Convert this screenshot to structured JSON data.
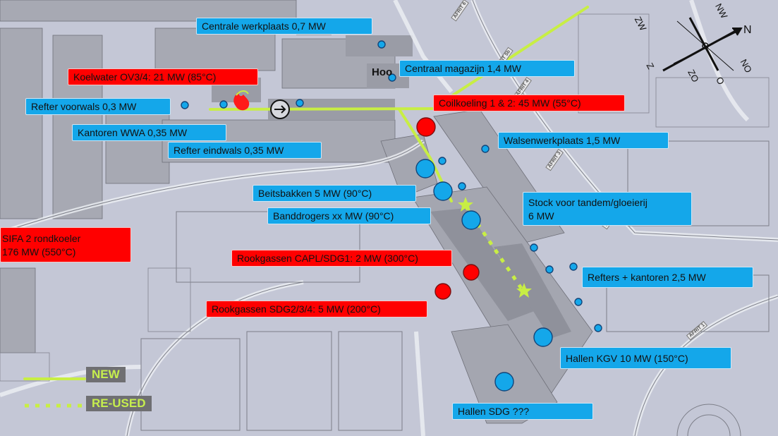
{
  "colors": {
    "blue_label": "#14a7ea",
    "red_label": "#ff0000",
    "line": "#c8ee44",
    "legend_bg": "#6f6f72"
  },
  "labels": {
    "centrale_werkplaats": "Centrale werkplaats 0,7 MW",
    "koelwater": "Koelwater OV3/4: 21 MW (85°C)",
    "centraal_magazijn": "Centraal magazijn 1,4 MW",
    "refter_voorwals": "Refter voorwals 0,3 MW",
    "coilkoeling": "Coilkoeling 1 & 2: 45 MW (55°C)",
    "kantoren_wwa": "Kantoren WWA 0,35 MW",
    "walsenwerkplaats": "Walsenwerkplaats 1,5 MW",
    "refter_eindwals": "Refter eindwals 0,35 MW",
    "beitsbakken": "Beitsbakken 5 MW (90°C)",
    "stock_line1": "Stock voor tandem/gloeierij",
    "stock_line2": "6 MW",
    "banddrogers": "Banddrogers xx MW (90°C)",
    "sifa_line1": "SIFA 2 rondkoeler",
    "sifa_line2": "176 MW (550°C)",
    "rookgassen_capl": "Rookgassen CAPL/SDG1: 2 MW (300°C)",
    "refters_kantoren": "Refters + kantoren 2,5 MW",
    "rookgassen_sdg": "Rookgassen SDG2/3/4: 5 MW (200°C)",
    "hallen_kgv": "Hallen KGV 10 MW (150°C)",
    "hallen_sdg": "Hallen SDG ???"
  },
  "legend": {
    "new": "NEW",
    "reused": "RE-USED"
  },
  "compass": {
    "n": "N",
    "nw": "NW",
    "no": "NO",
    "o": "O",
    "zo": "ZO",
    "z": "Z",
    "zw": "ZW"
  },
  "map_text": {
    "hoo": "Hoo",
    "afrit_6": "AFRIT 6",
    "afrit_5b": "AFRIT 5b",
    "afrit_4": "AFRIT 4",
    "afrit_3": "AFRIT 3",
    "afrit_2": "AFRIT 2",
    "afrit_1": "AFRIT 1"
  },
  "icons": {
    "flame": "flame-icon",
    "pump": "circled-arrow-icon",
    "star": "star-marker-icon"
  }
}
